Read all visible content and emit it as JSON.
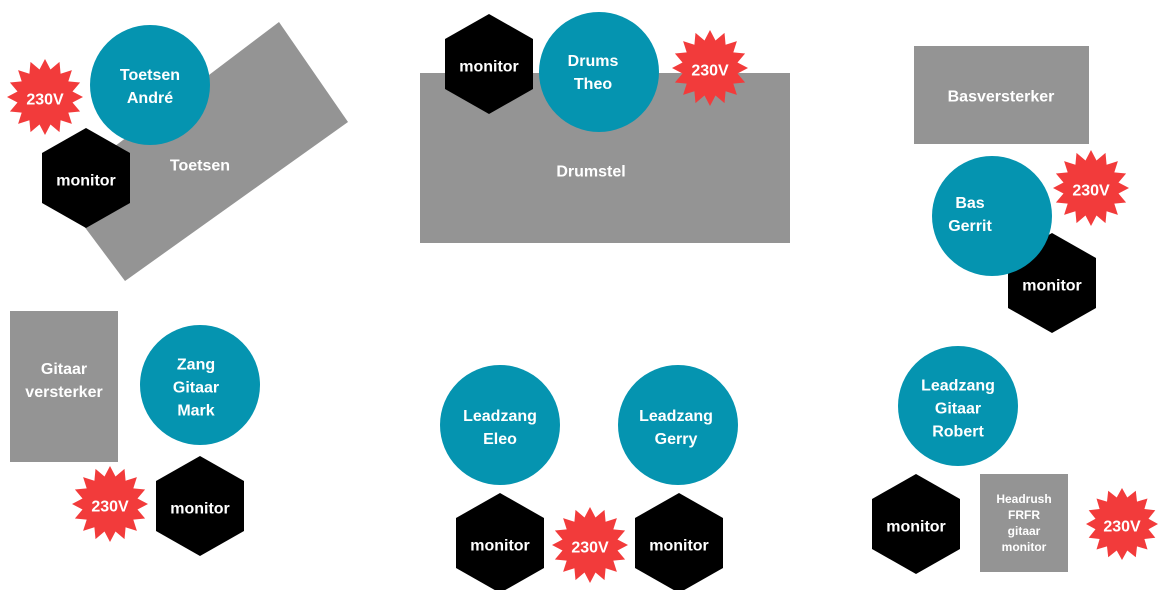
{
  "colors": {
    "background": "#ffffff",
    "gear": "#949494",
    "musician": "#0594b0",
    "monitor": "#000000",
    "power": "#f23b3b",
    "text": "#ffffff"
  },
  "shapes": {
    "gear": "rectangle",
    "musician": "circle",
    "monitor": "hexagon",
    "power": "starburst"
  },
  "gear": {
    "keys": {
      "lines": [
        "Toetsen"
      ]
    },
    "drumkit": {
      "lines": [
        "Drumstel"
      ]
    },
    "bass_amp": {
      "lines": [
        "Basversterker"
      ]
    },
    "guitar_amp": {
      "lines": [
        "Gitaar",
        "versterker"
      ]
    },
    "headrush": {
      "lines": [
        "Headrush",
        "FRFR",
        "gitaar",
        "monitor"
      ]
    }
  },
  "musicians": {
    "andre": {
      "lines": [
        "Toetsen",
        "André"
      ]
    },
    "theo": {
      "lines": [
        "Drums",
        "Theo"
      ]
    },
    "gerrit": {
      "lines": [
        "Bas",
        "Gerrit"
      ]
    },
    "mark": {
      "lines": [
        "Zang",
        "Gitaar",
        "Mark"
      ]
    },
    "eleo": {
      "lines": [
        "Leadzang",
        "Eleo"
      ]
    },
    "gerry": {
      "lines": [
        "Leadzang",
        "Gerry"
      ]
    },
    "robert": {
      "lines": [
        "Leadzang",
        "Gitaar",
        "Robert"
      ]
    }
  },
  "monitors": {
    "keys": {
      "label": "monitor"
    },
    "drums": {
      "label": "monitor"
    },
    "bass": {
      "label": "monitor"
    },
    "mark": {
      "label": "monitor"
    },
    "eleo": {
      "label": "monitor"
    },
    "gerry": {
      "label": "monitor"
    },
    "robert": {
      "label": "monitor"
    }
  },
  "power": {
    "keys": {
      "label": "230V"
    },
    "drums": {
      "label": "230V"
    },
    "bass": {
      "label": "230V"
    },
    "mark": {
      "label": "230V"
    },
    "lead": {
      "label": "230V"
    },
    "robert": {
      "label": "230V"
    }
  }
}
